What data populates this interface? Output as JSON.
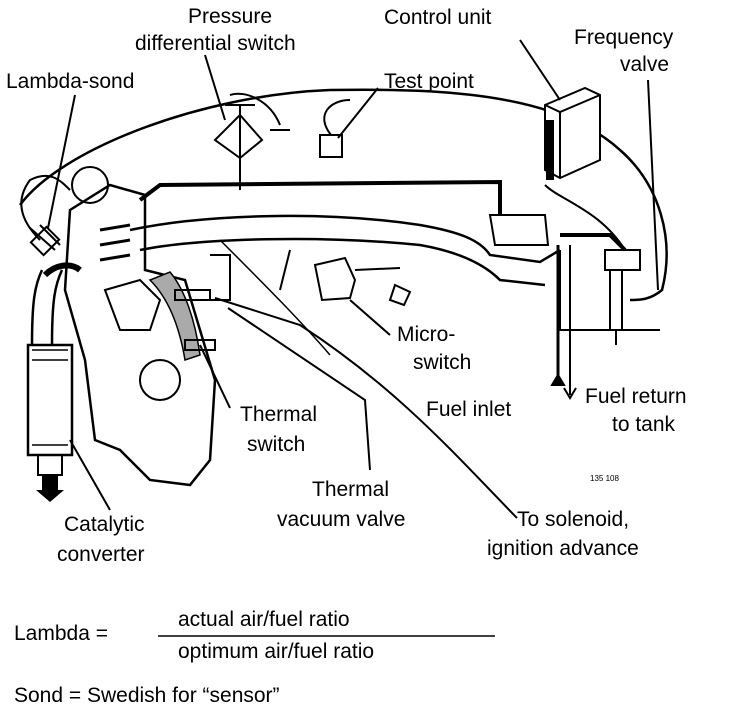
{
  "labels": {
    "pressure_switch": [
      "Pressure",
      "differential switch"
    ],
    "control_unit": "Control unit",
    "frequency_valve": [
      "Frequency",
      "valve"
    ],
    "lambda_sond": "Lambda-sond",
    "test_point": "Test point",
    "micro_switch": [
      "Micro-",
      "switch"
    ],
    "fuel_inlet": "Fuel inlet",
    "fuel_return": [
      "Fuel return",
      "to tank"
    ],
    "thermal_switch": [
      "Thermal",
      "switch"
    ],
    "thermal_vacuum_valve": [
      "Thermal",
      "vacuum valve"
    ],
    "solenoid": [
      "To solenoid,",
      "ignition advance"
    ],
    "catalytic_converter": [
      "Catalytic",
      "converter"
    ],
    "part_number": "135 108"
  },
  "formula": {
    "lhs": "Lambda =",
    "numerator": "actual air/fuel ratio",
    "denominator": "optimum air/fuel ratio"
  },
  "note": "Sond = Swedish for “sensor”"
}
